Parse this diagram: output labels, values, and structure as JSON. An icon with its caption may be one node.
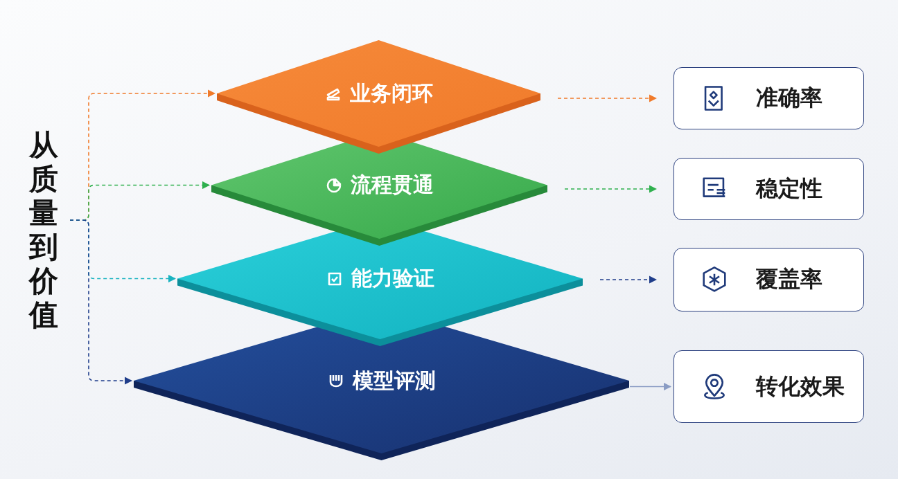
{
  "diagram": {
    "nodes": [
      {
        "text": [
          "从质量到价值"
        ]
      },
      {
        "text": [
          "业务闭环"
        ]
      },
      {
        "text": [
          "流程贯通"
        ]
      },
      {
        "text": [
          "能力验证"
        ]
      },
      {
        "text": [
          "模型评测"
        ]
      },
      {
        "text": [
          "准确率"
        ]
      },
      {
        "text": [
          "稳定性"
        ]
      },
      {
        "text": [
          "覆盖率"
        ]
      },
      {
        "text": [
          "转化效果"
        ]
      }
    ],
    "edges": [
      {
        "from": 0,
        "to": 1,
        "arrow": "to",
        "style": "dashed",
        "color": "#f07a2a"
      },
      {
        "from": 0,
        "to": 2,
        "arrow": "to",
        "style": "dashed",
        "color": "#2fb04e"
      },
      {
        "from": 0,
        "to": 3,
        "arrow": "to",
        "style": "dashed",
        "color": "#19b3c0"
      },
      {
        "from": 0,
        "to": 4,
        "arrow": "to",
        "style": "dashed",
        "color": "#1f3d8a"
      },
      {
        "from": 1,
        "to": 5,
        "arrow": "to",
        "style": "dashed",
        "color": "#f07a2a"
      },
      {
        "from": 2,
        "to": 6,
        "arrow": "to",
        "style": "dashed",
        "color": "#2fb04e"
      },
      {
        "from": 3,
        "to": 7,
        "arrow": "to",
        "style": "dashed",
        "color": "#1f3d8a"
      },
      {
        "from": 4,
        "to": 8,
        "arrow": "to",
        "color": "#8a9cc4"
      }
    ]
  }
}
